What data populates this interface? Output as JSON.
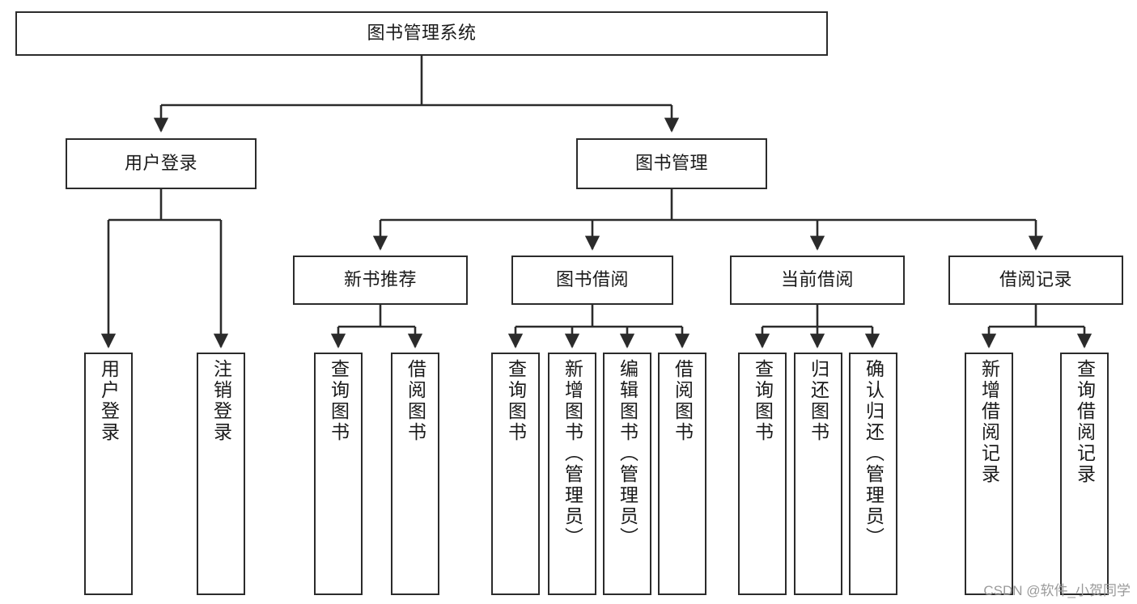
{
  "diagram": {
    "title": "图书管理系统",
    "watermark": "CSDN @软件_小贺同学",
    "colors": {
      "box_border": "#2b2b2b",
      "box_fill": "#ffffff",
      "connector": "#2b2b2b",
      "text": "#1a1a1a",
      "watermark": "#9a9a9a"
    },
    "nodes": {
      "root": {
        "label": "图书管理系统"
      },
      "level2": [
        {
          "label": "用户登录"
        },
        {
          "label": "图书管理"
        }
      ],
      "level3": [
        {
          "label": "新书推荐"
        },
        {
          "label": "图书借阅"
        },
        {
          "label": "当前借阅"
        },
        {
          "label": "借阅记录"
        }
      ],
      "leaves": [
        {
          "label": "用户登录",
          "parent": "用户登录"
        },
        {
          "label": "注销登录",
          "parent": "用户登录"
        },
        {
          "label": "查询图书",
          "parent": "新书推荐"
        },
        {
          "label": "借阅图书",
          "parent": "新书推荐"
        },
        {
          "label": "查询图书",
          "parent": "图书借阅"
        },
        {
          "label": "新增图书（管理员）",
          "parent": "图书借阅"
        },
        {
          "label": "编辑图书（管理员）",
          "parent": "图书借阅"
        },
        {
          "label": "借阅图书",
          "parent": "图书借阅"
        },
        {
          "label": "查询图书",
          "parent": "当前借阅"
        },
        {
          "label": "归还图书",
          "parent": "当前借阅"
        },
        {
          "label": "确认归还（管理员）",
          "parent": "当前借阅"
        },
        {
          "label": "新增借阅记录",
          "parent": "借阅记录"
        },
        {
          "label": "查询借阅记录",
          "parent": "借阅记录"
        }
      ]
    }
  }
}
